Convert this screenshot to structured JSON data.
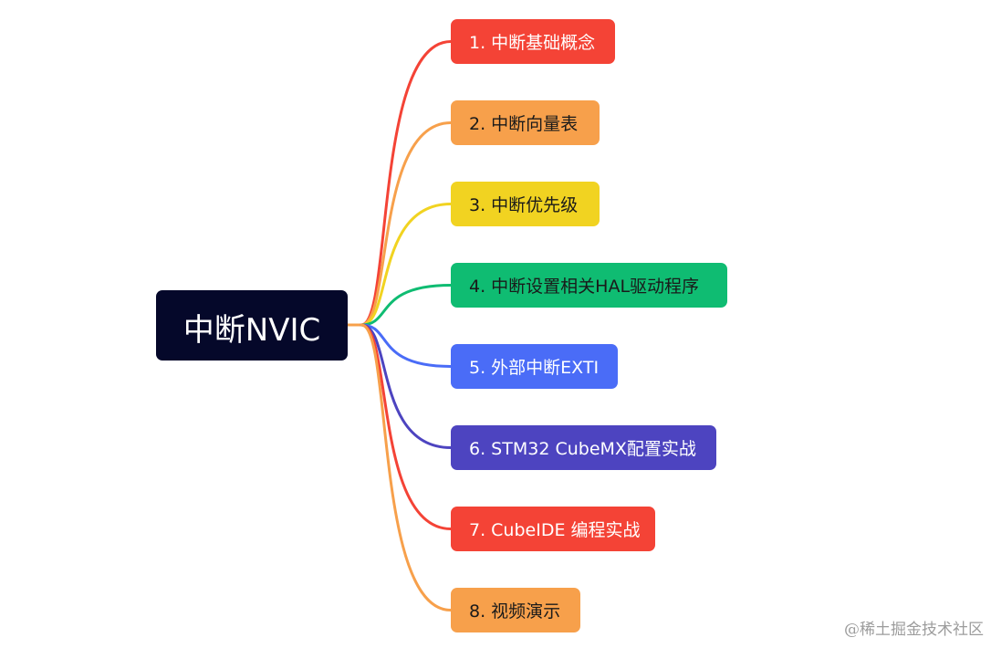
{
  "root": {
    "label": "中断NVIC",
    "color": "#05082a",
    "text_color": "#ffffff"
  },
  "branches": [
    {
      "label": "1. 中断基础概念",
      "color": "#f44336",
      "text_color": "#ffffff"
    },
    {
      "label": "2. 中断向量表",
      "color": "#f7a04b",
      "text_color": "#1a1a1a"
    },
    {
      "label": "3. 中断优先级",
      "color": "#f1d321",
      "text_color": "#1a1a1a"
    },
    {
      "label": "4. 中断设置相关HAL驱动程序",
      "color": "#0fbc72",
      "text_color": "#1a1a1a"
    },
    {
      "label": "5. 外部中断EXTI",
      "color": "#4a6cf7",
      "text_color": "#ffffff"
    },
    {
      "label": "6. STM32 CubeMX配置实战",
      "color": "#4d44c0",
      "text_color": "#ffffff"
    },
    {
      "label": "7. CubeIDE 编程实战",
      "color": "#f44336",
      "text_color": "#ffffff"
    },
    {
      "label": "8. 视频演示",
      "color": "#f7a04b",
      "text_color": "#1a1a1a"
    }
  ],
  "watermark": "@稀土掘金技术社区"
}
